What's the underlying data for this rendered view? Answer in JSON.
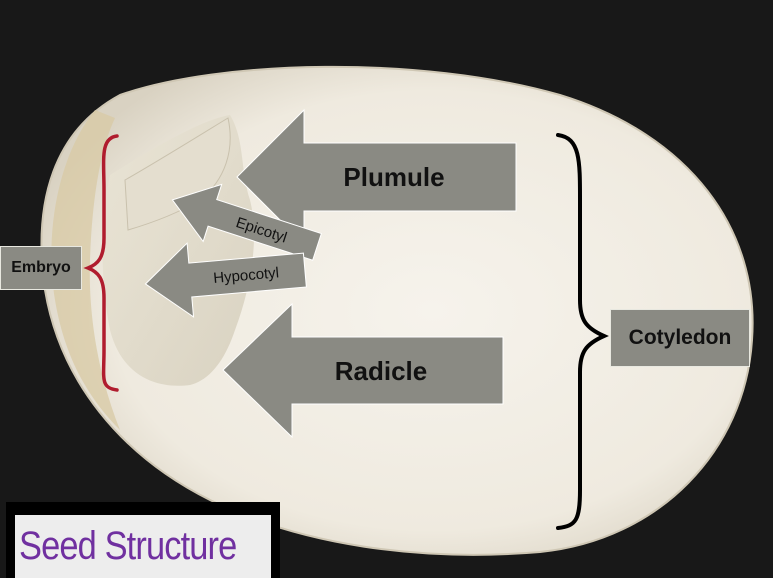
{
  "title": "Seed Structure",
  "labels": {
    "plumule": "Plumule",
    "radicle": "Radicle",
    "epicotyl": "Epicotyl",
    "hypocotyl": "Hypocotyl",
    "embryo": "Embryo",
    "cotyledon": "Cotyledon"
  },
  "colors": {
    "background": "#1a1a1a",
    "seed": "#f3efe6",
    "arrow_fill": "#8a8a83",
    "embryo_bracket": "#b01c2e",
    "cotyledon_bracket": "#000000",
    "title_text": "#7030a0"
  }
}
